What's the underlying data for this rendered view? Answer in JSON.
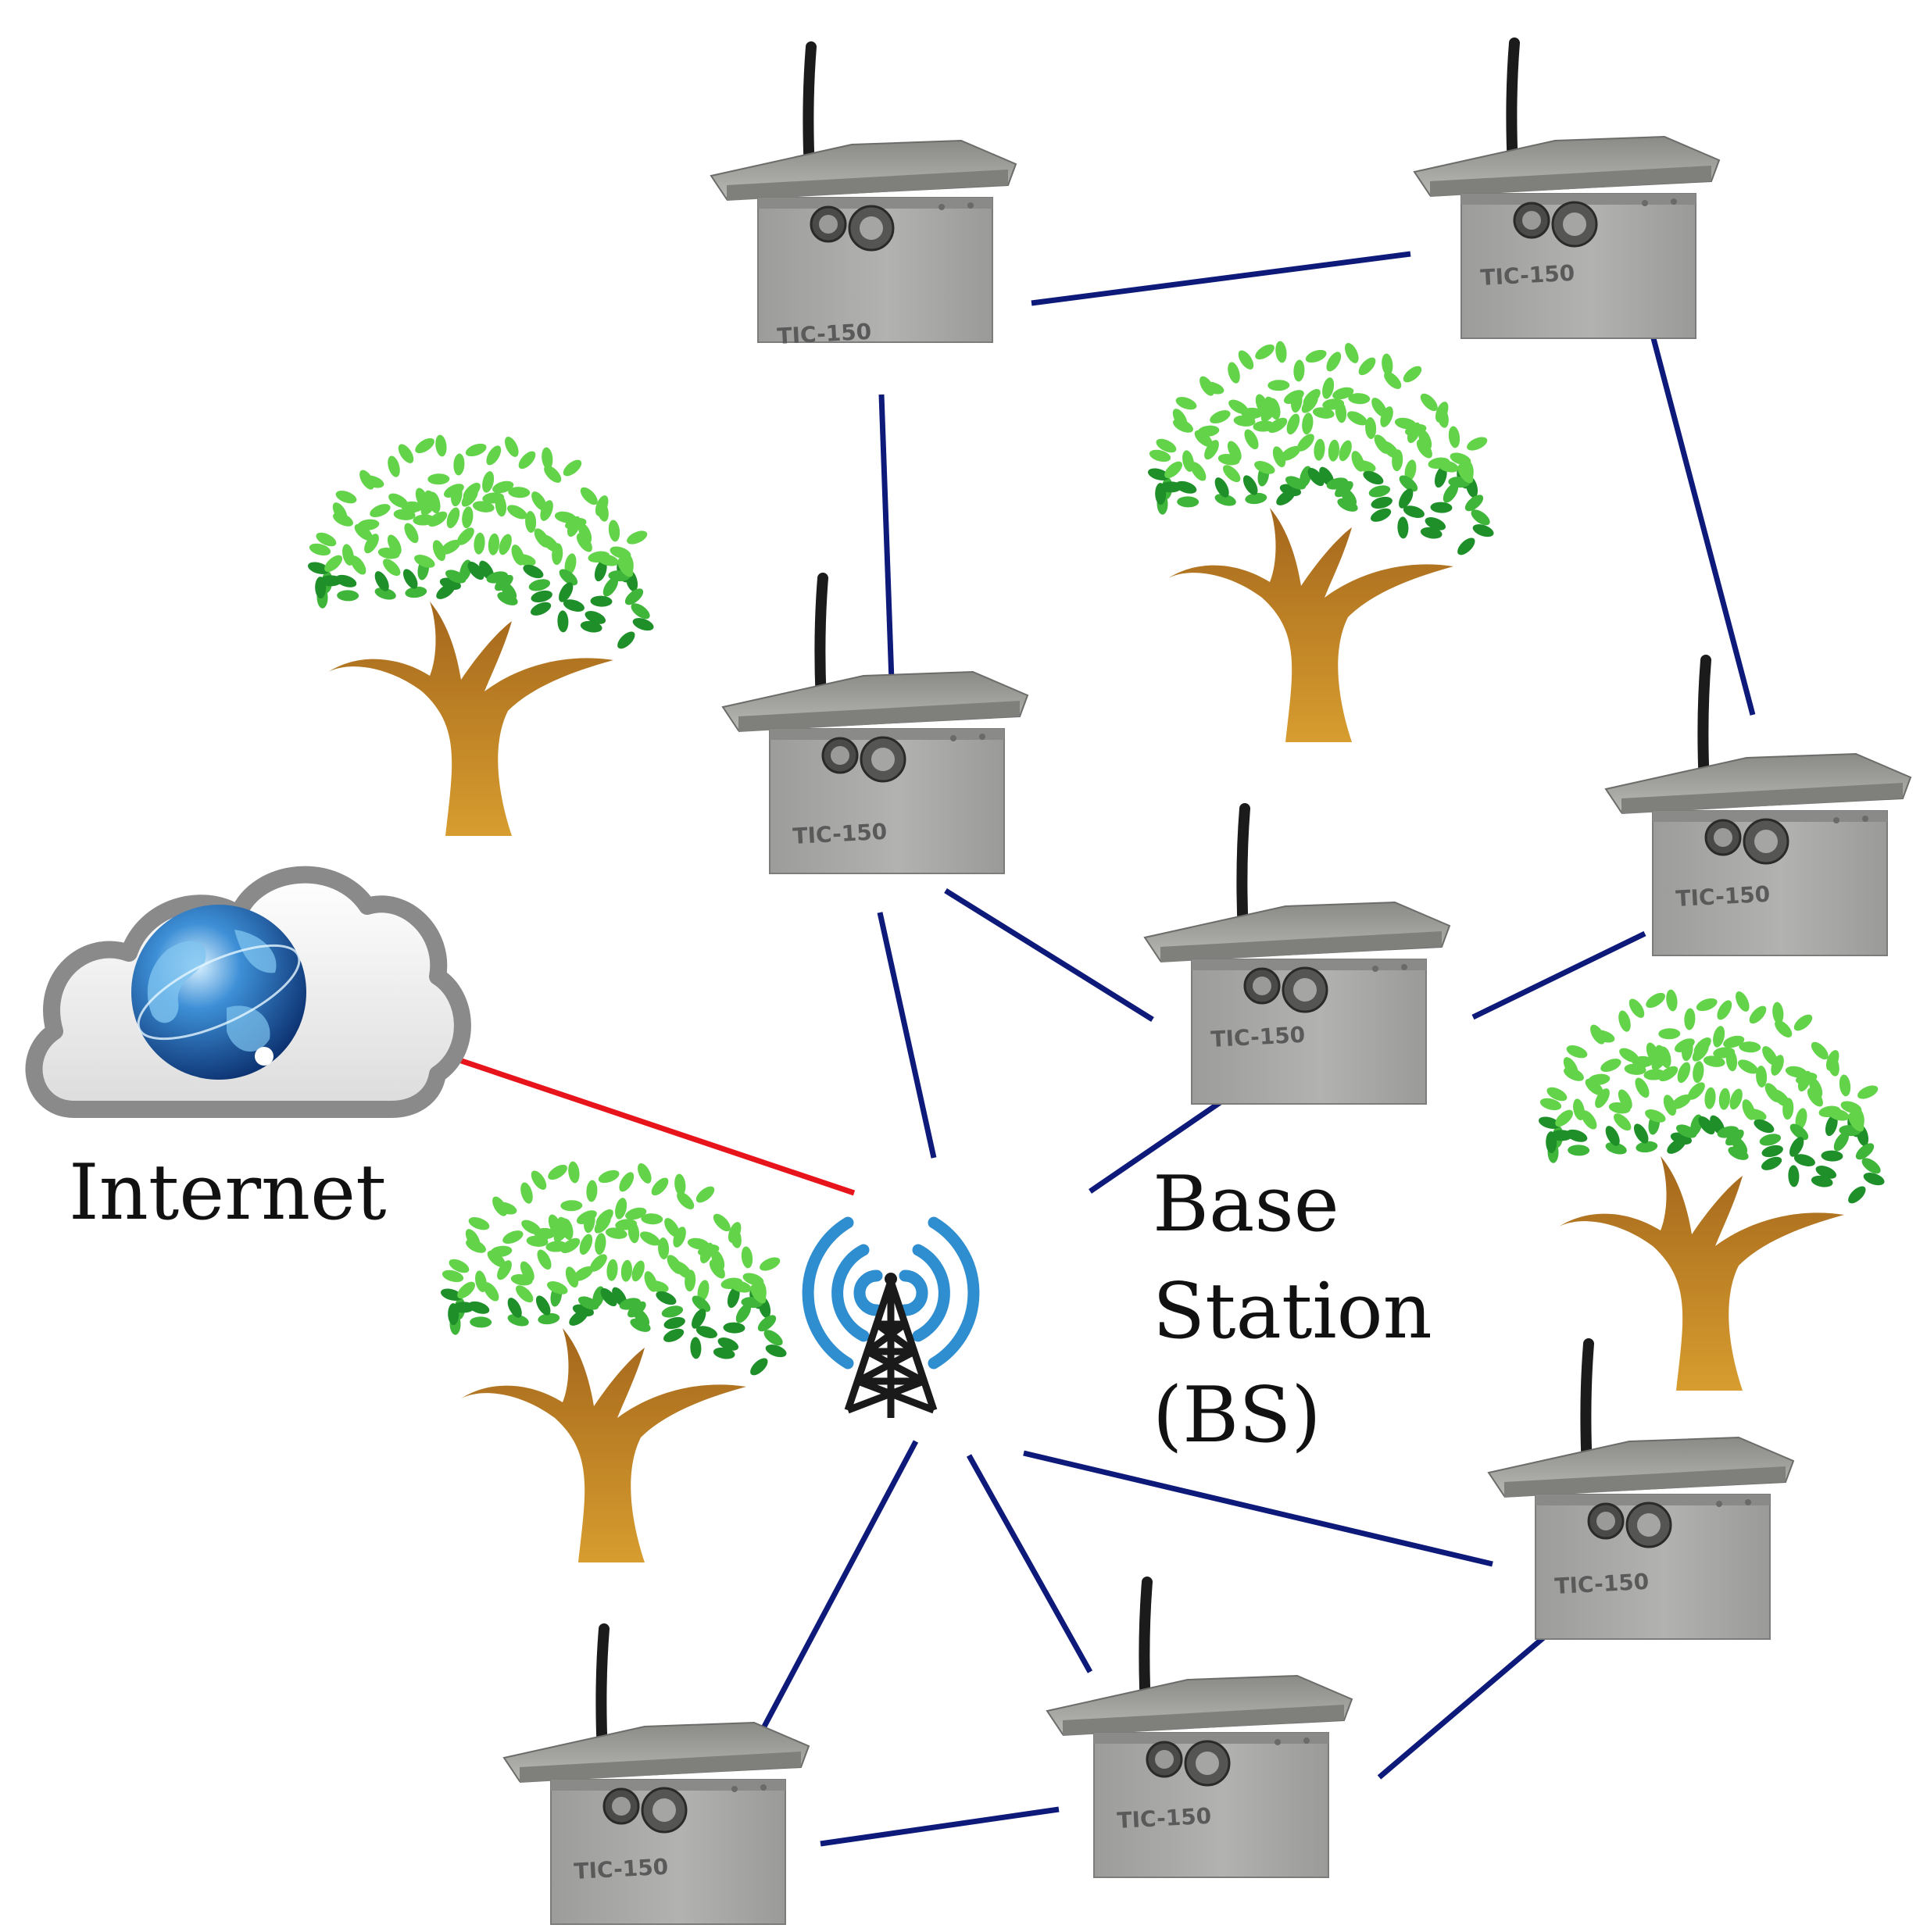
{
  "labels": {
    "internet": "Internet",
    "base_station": [
      "Base",
      "Station",
      "(BS)"
    ]
  },
  "device_label": "TIC-150",
  "icons": {
    "cloud": "cloud-globe-icon",
    "tower": "radio-tower-icon",
    "tree": "tree-icon",
    "sensor": "sensor-node-icon"
  },
  "colors": {
    "mesh_link": "#0d1a7a",
    "internet_link": "#e8141b",
    "signal_wave": "#2f8ecf",
    "leaf_light": "#63d34a",
    "leaf_dark": "#1f8f2a",
    "trunk_top": "#a4661c",
    "trunk_bottom": "#d79d2f",
    "sensor_body": "#a8a8a6"
  }
}
